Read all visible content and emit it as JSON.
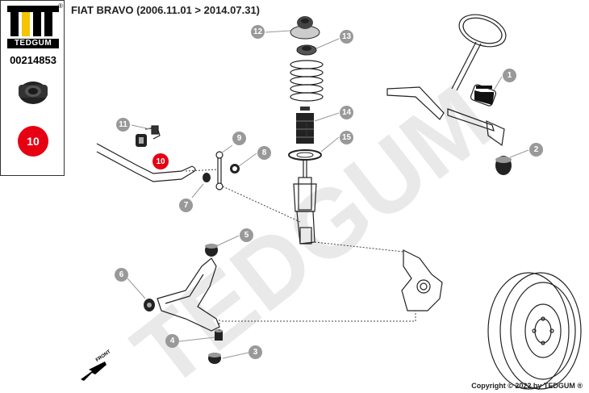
{
  "brand": {
    "name": "TEDGUM",
    "registered": "®"
  },
  "part_number": "00214853",
  "selected_part": "10",
  "title": "FIAT BRAVO (2006.11.01 > 2014.07.31)",
  "copyright": "Copyright © 2022 by TEDGUM ®",
  "front_label": "FRONT",
  "watermark": "TEDGUM",
  "colors": {
    "accent": "#e60012",
    "callout": "#999999",
    "brand_yellow": "#f6c400"
  },
  "callouts": [
    {
      "id": "1",
      "label": "1"
    },
    {
      "id": "2",
      "label": "2"
    },
    {
      "id": "3",
      "label": "3"
    },
    {
      "id": "4",
      "label": "4"
    },
    {
      "id": "5",
      "label": "5"
    },
    {
      "id": "6",
      "label": "6"
    },
    {
      "id": "7",
      "label": "7"
    },
    {
      "id": "8",
      "label": "8"
    },
    {
      "id": "9",
      "label": "9"
    },
    {
      "id": "10",
      "label": "10"
    },
    {
      "id": "11",
      "label": "11"
    },
    {
      "id": "12",
      "label": "12"
    },
    {
      "id": "13",
      "label": "13"
    },
    {
      "id": "14",
      "label": "14"
    },
    {
      "id": "15",
      "label": "15"
    }
  ]
}
